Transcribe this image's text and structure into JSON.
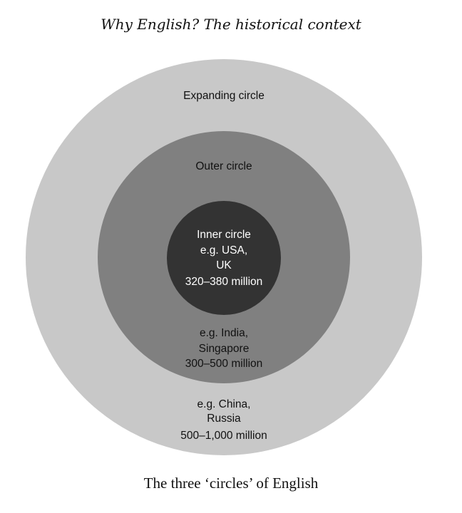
{
  "header": {
    "title": "Why English? The historical context"
  },
  "caption": "The three ‘circles’ of English",
  "colors": {
    "expanding": "#c8c8c8",
    "outer": "#808080",
    "inner": "#333333",
    "text_dark": "#111111",
    "text_light": "#ffffff"
  },
  "circles": {
    "expanding": {
      "label": "Expanding circle",
      "examples_line1": "e.g. China,",
      "examples_line2": "Russia",
      "speakers": "500–1,000 million"
    },
    "outer": {
      "label": "Outer circle",
      "examples_line1": "e.g. India,",
      "examples_line2": "Singapore",
      "speakers": "300–500 million"
    },
    "inner": {
      "label": "Inner circle",
      "examples_line1": "e.g. USA,",
      "examples_line2": "UK",
      "speakers": "320–380 million"
    }
  }
}
